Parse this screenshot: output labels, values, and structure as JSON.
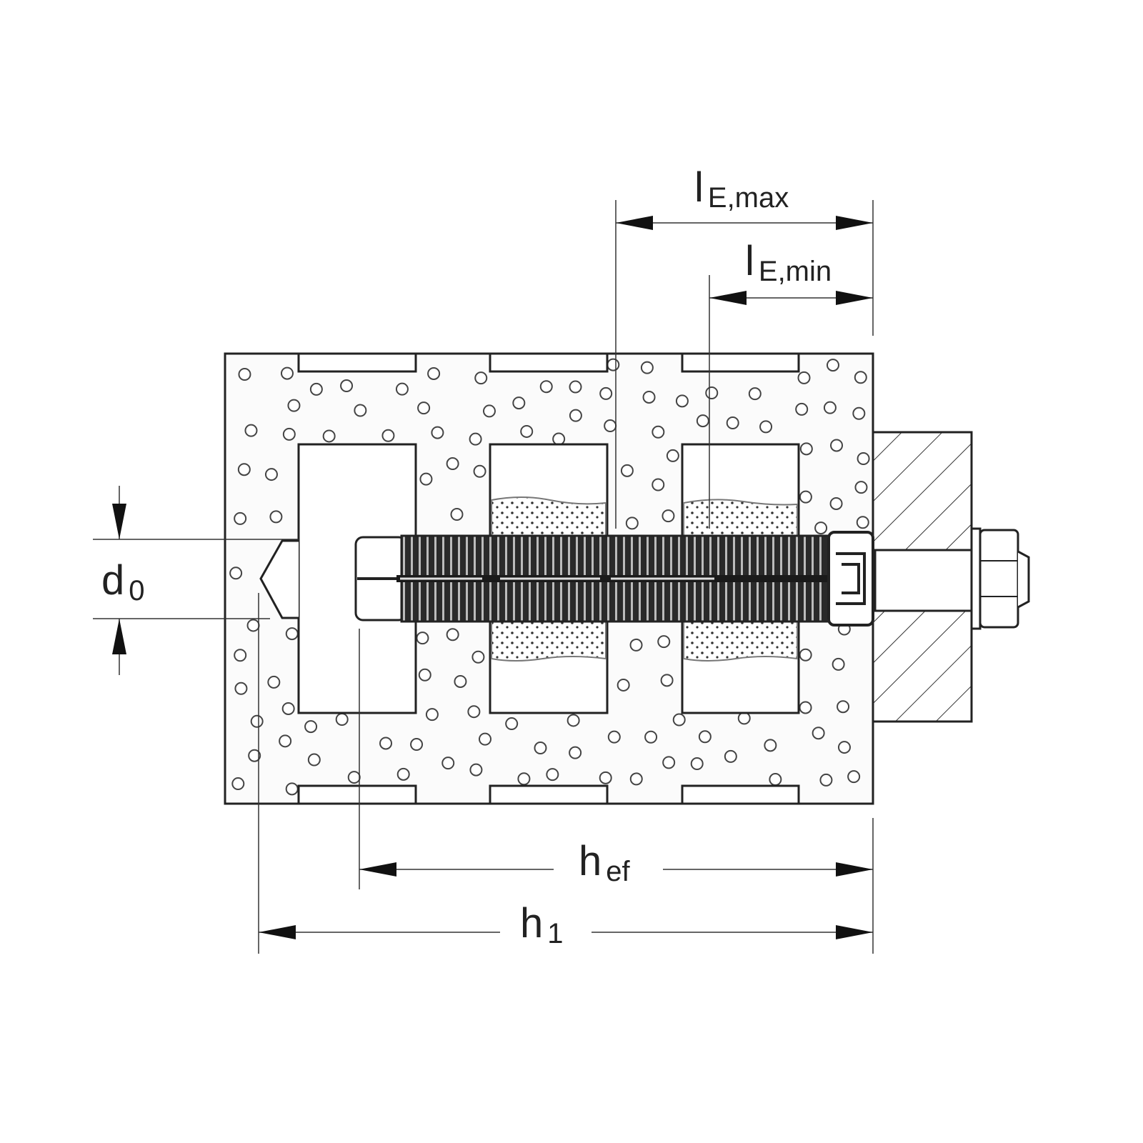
{
  "diagram": {
    "title": "Injection anchor in perforated brick — installation dimensions",
    "labels": {
      "le_max": {
        "main": "l",
        "sub": "E,max"
      },
      "le_min": {
        "main": "l",
        "sub": "E,min"
      },
      "hef": {
        "main": "h",
        "sub": "ef"
      },
      "h1": {
        "main": "h",
        "sub": "1"
      },
      "d0": {
        "main": "d",
        "sub": "0"
      }
    },
    "colors": {
      "line": "#222222",
      "fill": "#ffffff",
      "anchor": "#2a2a2a",
      "block": "#f7f7f7"
    }
  }
}
